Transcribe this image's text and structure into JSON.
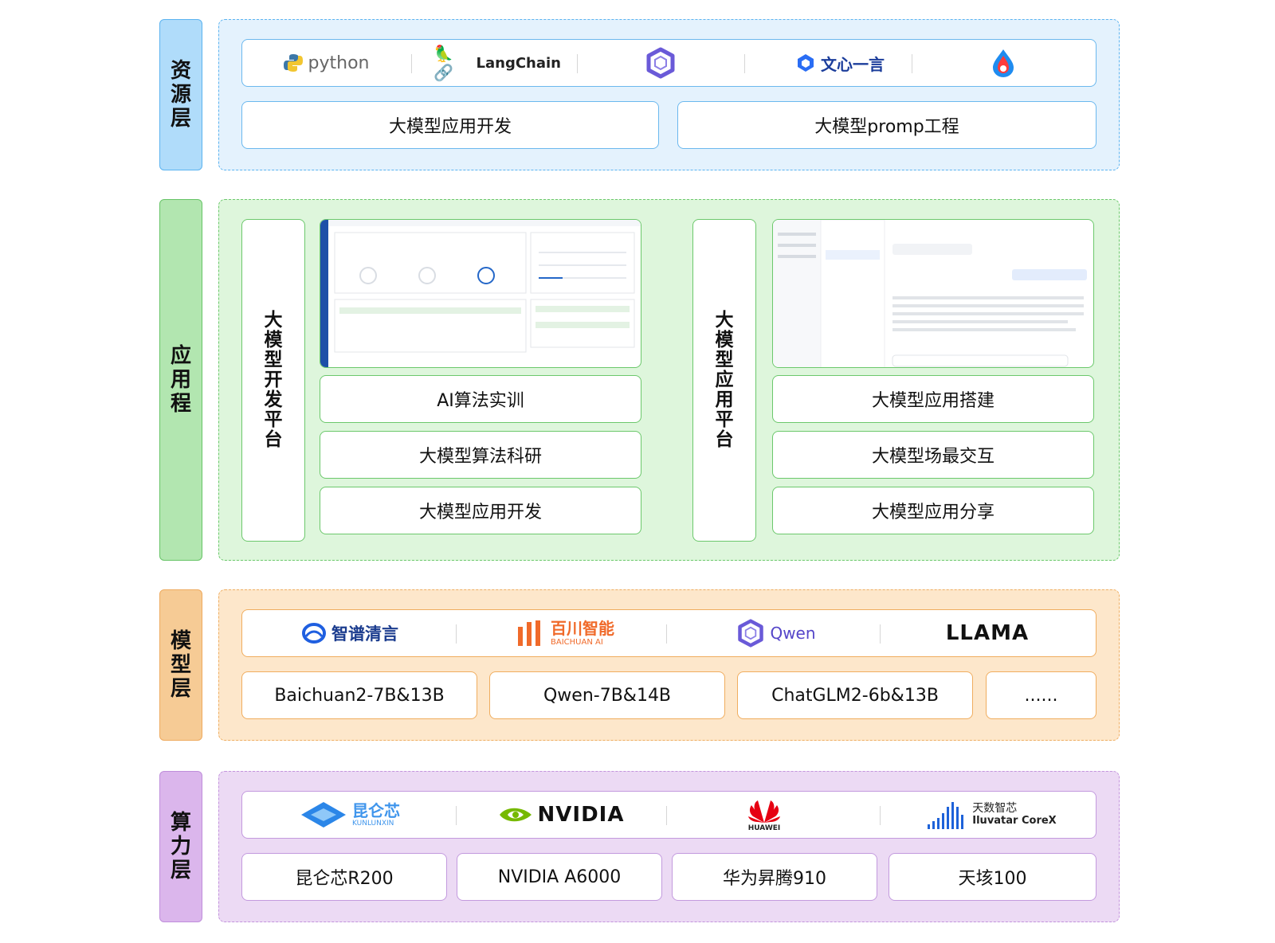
{
  "resource_layer": {
    "label": "资源层",
    "logos": {
      "python": "python",
      "langchain": "LangChain",
      "wenxin": "文心一言"
    },
    "boxes": [
      "大模型应用开发",
      "大模型promp工程"
    ]
  },
  "application_layer": {
    "label": "应用程",
    "dev_platform": {
      "title": "大模型开发平台",
      "items": [
        "AI算法实训",
        "大模型算法科研",
        "大模型应用开发"
      ]
    },
    "app_platform": {
      "title": "大模型应用平台",
      "items": [
        "大模型应用搭建",
        "大模型场最交互",
        "大模型应用分享"
      ]
    }
  },
  "model_layer": {
    "label": "模型层",
    "logos": {
      "zhipu": "智谱清言",
      "baichuan": "百川智能",
      "baichuan_en": "BAICHUAN AI",
      "qwen": "Qwen",
      "llama": "LLAMA"
    },
    "boxes": [
      "Baichuan2-7B&13B",
      "Qwen-7B&14B",
      "ChatGLM2-6b&13B",
      "......"
    ]
  },
  "compute_layer": {
    "label": "算力层",
    "logos": {
      "kunlun": "昆仑芯",
      "kunlun_en": "KUNLUNXIN",
      "nvidia": "NVIDIA",
      "huawei": "HUAWEI",
      "iluvatar_cn": "天数智芯",
      "iluvatar_en": "Iluvatar CoreX"
    },
    "boxes": [
      "昆仑芯R200",
      "NVIDIA A6000",
      "华为昇腾910",
      "天垓100"
    ]
  },
  "colors": {
    "resource": "#b0dcfa",
    "application": "#b2e6b0",
    "model": "#f6cb95",
    "compute": "#dbb6ec"
  }
}
